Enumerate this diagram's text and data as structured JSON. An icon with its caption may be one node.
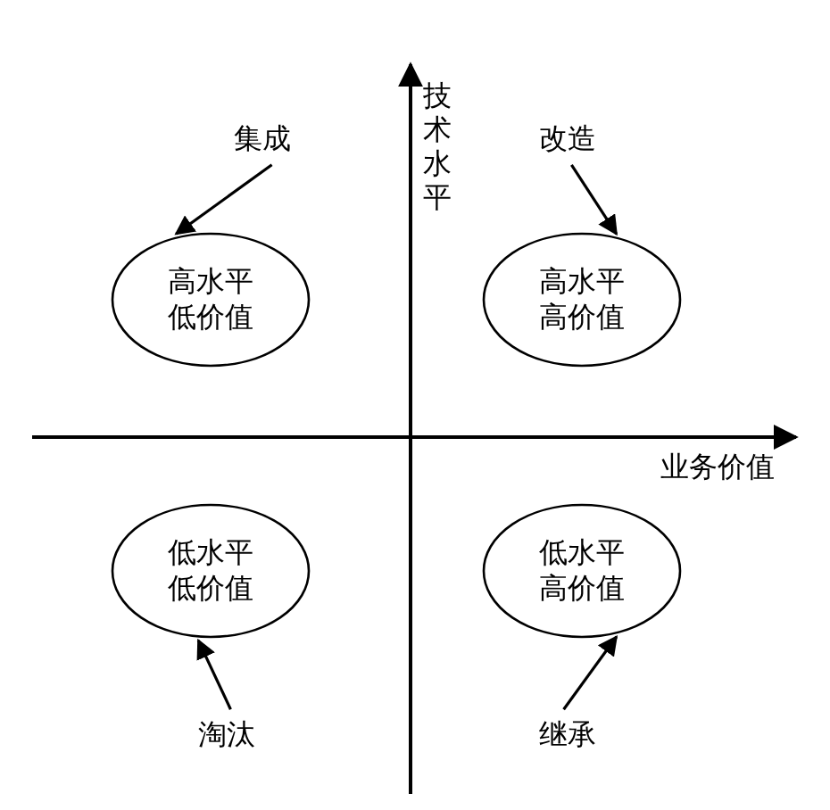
{
  "diagram": {
    "nodes": [
      {
        "text": [
          "集成"
        ]
      },
      {
        "text": [
          "改造"
        ]
      },
      {
        "text": [
          "高水平低价值"
        ]
      },
      {
        "text": [
          "高水平高价值"
        ]
      },
      {
        "text": [
          "低水平低价值"
        ]
      },
      {
        "text": [
          "低水平高价值"
        ]
      },
      {
        "text": [
          "淘汰"
        ]
      },
      {
        "text": [
          "继承"
        ]
      }
    ],
    "edges": [
      {
        "from": 0,
        "to": 2,
        "arrow": "to"
      },
      {
        "from": 1,
        "to": 3,
        "arrow": "to"
      },
      {
        "from": 6,
        "to": 4,
        "arrow": "to"
      },
      {
        "from": 7,
        "to": 5,
        "arrow": "to"
      }
    ],
    "labels": [
      "技术水平",
      "业务价值"
    ]
  }
}
